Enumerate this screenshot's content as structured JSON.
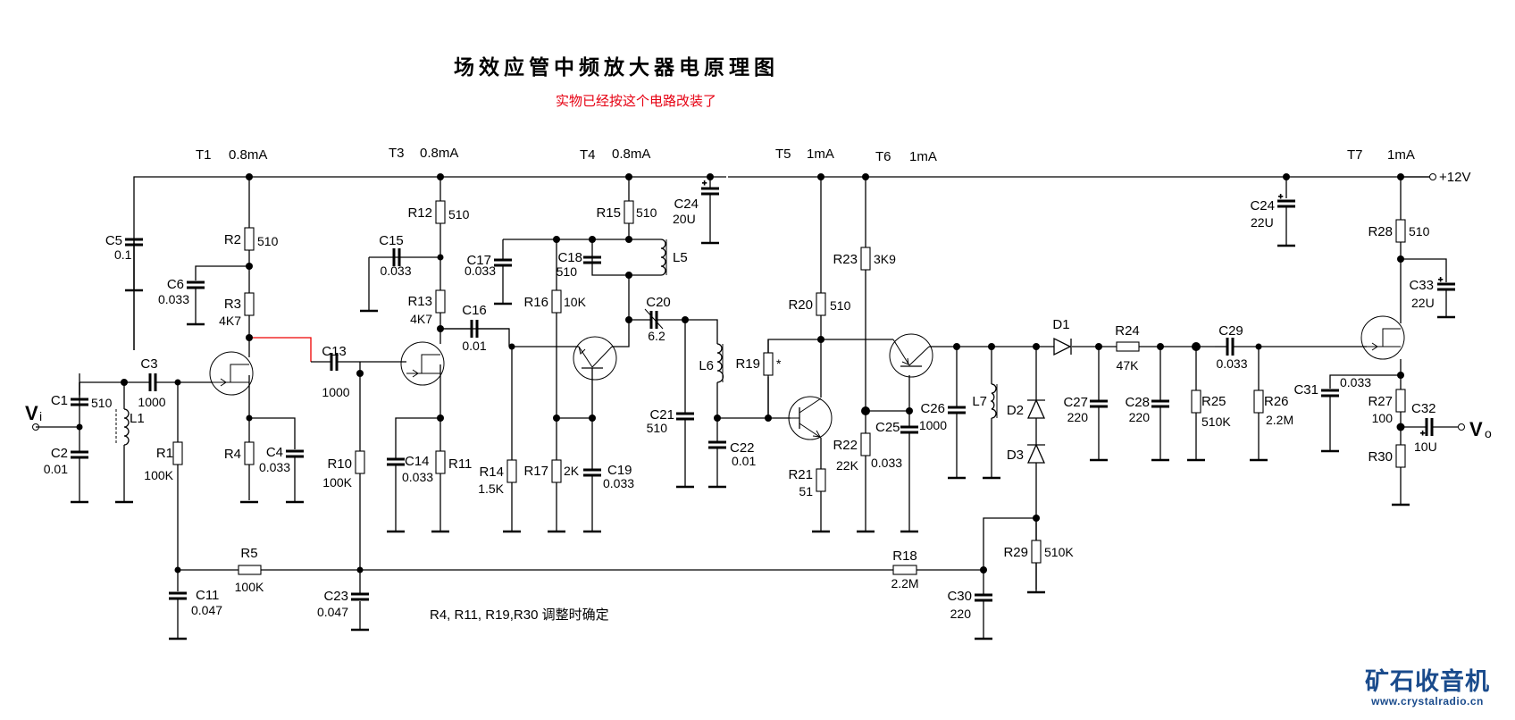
{
  "title": "场效应管中频放大器电原理图",
  "subtitle": "实物已经按这个电路改装了",
  "note": "R4, R11, R19,R30 调整时确定",
  "supply": "+12V",
  "input_label": "V",
  "input_sub": "i",
  "output_label": "V",
  "output_sub": "o",
  "logo": {
    "name": "矿石收音机",
    "url": "www.crystalradio.cn"
  },
  "transistors": [
    {
      "ref": "T1",
      "current": "0.8mA"
    },
    {
      "ref": "T3",
      "current": "0.8mA"
    },
    {
      "ref": "T4",
      "current": "0.8mA"
    },
    {
      "ref": "T5",
      "current": "1mA"
    },
    {
      "ref": "T6",
      "current": "1mA"
    },
    {
      "ref": "T7",
      "current": "1mA"
    }
  ],
  "resistors": {
    "R1": "100K",
    "R2": "510",
    "R3": "4K7",
    "R4": "",
    "R5": "100K",
    "R10": "100K",
    "R11": "",
    "R12": "510",
    "R13": "4K7",
    "R14": "1.5K",
    "R15": "510",
    "R16": "10K",
    "R17": "2K",
    "R18": "2.2M",
    "R19": "*",
    "R20": "510",
    "R21": "51",
    "R22": "22K",
    "R23": "3K9",
    "R24": "47K",
    "R25": "510K",
    "R26": "2.2M",
    "R27": "100",
    "R28": "510",
    "R29": "510K",
    "R30": ""
  },
  "capacitors": {
    "C1": "510",
    "C2": "0.01",
    "C3": "1000",
    "C4": "0.033",
    "C5": "0.1",
    "C6": "0.033",
    "C11": "0.047",
    "C13": "1000",
    "C14": "0.033",
    "C15": "0.033",
    "C16": "0.01",
    "C17": "0.033",
    "C18": "510",
    "C19": "0.033",
    "C20": "6.2",
    "C21": "510",
    "C22": "0.01",
    "C23": "0.047",
    "C24a": "20U",
    "C24b": "22U",
    "C25": "0.033",
    "C26": "1000",
    "C27": "220",
    "C28": "220",
    "C29": "0.033",
    "C30": "220",
    "C31": "0.033",
    "C32": "10U",
    "C33": "22U"
  },
  "inductors": [
    "L1",
    "L5",
    "L6",
    "L7"
  ],
  "diodes": [
    "D1",
    "D2",
    "D3"
  ],
  "refs": {
    "C24a": "C24",
    "C24b": "C24"
  }
}
